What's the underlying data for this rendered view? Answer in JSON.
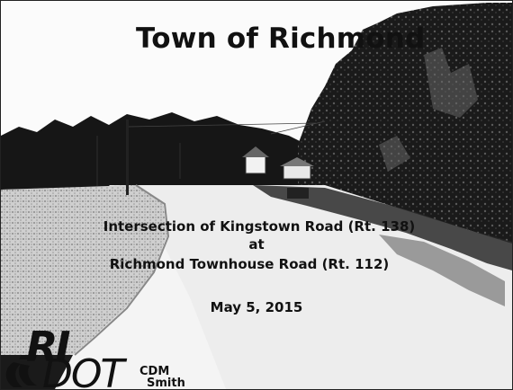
{
  "slide": {
    "title": "Town of Richmond",
    "subtitle_line1": "Intersection of Kingstown Road (Rt. 138)",
    "subtitle_line2": "at",
    "subtitle_line3": "Richmond Townhouse Road (Rt. 112)",
    "date": "May 5, 2015"
  },
  "logos": {
    "ri": "RI",
    "dot": "DOT",
    "cdm": "CDM",
    "smith": "Smith"
  },
  "colors": {
    "ink": "#111111",
    "paper": "#f4f4f4"
  }
}
